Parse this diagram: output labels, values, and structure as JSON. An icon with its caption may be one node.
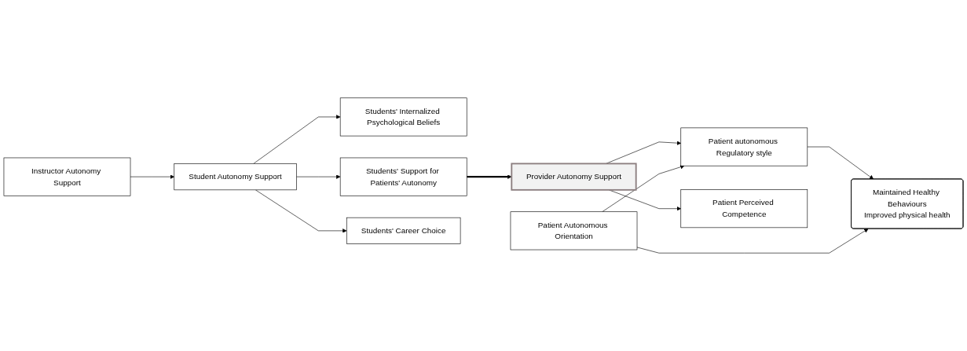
{
  "diagram": {
    "nodes": [
      {
        "text": [
          "Instructor Autonomy Support"
        ]
      },
      {
        "text": [
          "Student Autonomy Support"
        ]
      },
      {
        "text": [
          "Students' Internalized Psychological Beliefs"
        ]
      },
      {
        "text": [
          "Students' Support for Patients' Autonomy"
        ]
      },
      {
        "text": [
          "Students' Career Choice"
        ]
      },
      {
        "text": [
          "Provider Autonomy Support"
        ]
      },
      {
        "text": [
          "Patient autonomous Regulatory style"
        ]
      },
      {
        "text": [
          "Patient Perceived Competence"
        ]
      },
      {
        "text": [
          "Patient Autonomous Orientation"
        ]
      },
      {
        "text": [
          "Maintained Healthy Behaviours",
          "Improved physical health"
        ]
      }
    ],
    "edges": [
      {
        "from": 0,
        "to": 1,
        "arrow": "to"
      },
      {
        "from": 1,
        "to": 2,
        "arrow": "to"
      },
      {
        "from": 1,
        "to": 3,
        "arrow": "to"
      },
      {
        "from": 1,
        "to": 4,
        "arrow": "to"
      },
      {
        "from": 3,
        "to": 5,
        "arrow": "to",
        "style": "thick"
      },
      {
        "from": 5,
        "to": 6,
        "arrow": "to"
      },
      {
        "from": 5,
        "to": 7,
        "arrow": "to"
      },
      {
        "from": 8,
        "to": 6,
        "arrow": "to"
      },
      {
        "from": 6,
        "to": 9,
        "arrow": "to"
      },
      {
        "from": 8,
        "to": 9,
        "arrow": "to"
      }
    ]
  }
}
